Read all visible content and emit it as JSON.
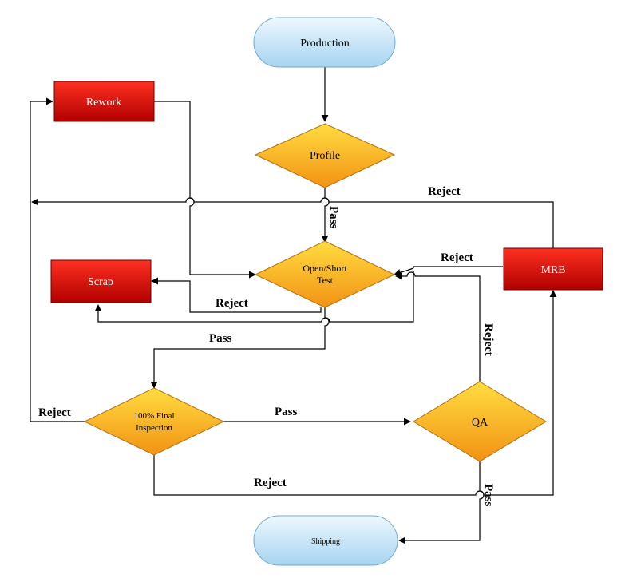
{
  "nodes": {
    "production": "Production",
    "rework": "Rework",
    "profile": "Profile",
    "open_short_test": [
      "Open/Short",
      "Test"
    ],
    "scrap": "Scrap",
    "mrb": "MRB",
    "final_inspection": [
      "100% Final",
      "Inspection"
    ],
    "qa": "QA",
    "shipping": "Shipping"
  },
  "edge_labels": {
    "reject_mrb_top": "Reject",
    "pass_profile": "Pass",
    "reject_mrb_to_test": "Reject",
    "reject_test_to_scrap": "Reject",
    "pass_test": "Pass",
    "reject_qa": "Reject",
    "reject_final": "Reject",
    "pass_final": "Pass",
    "reject_final_bottom": "Reject",
    "pass_qa": "Pass"
  },
  "colors": {
    "terminal_fill_top": "#e6f4fd",
    "terminal_fill_bottom": "#a9d6f2",
    "terminal_stroke": "#6fa8d0",
    "decision_fill_top": "#ffd83a",
    "decision_fill_bottom": "#f59a16",
    "decision_stroke": "#c07a10",
    "process_fill_top": "#ff2a1a",
    "process_fill_bottom": "#b80000",
    "process_stroke": "#7a0000"
  }
}
